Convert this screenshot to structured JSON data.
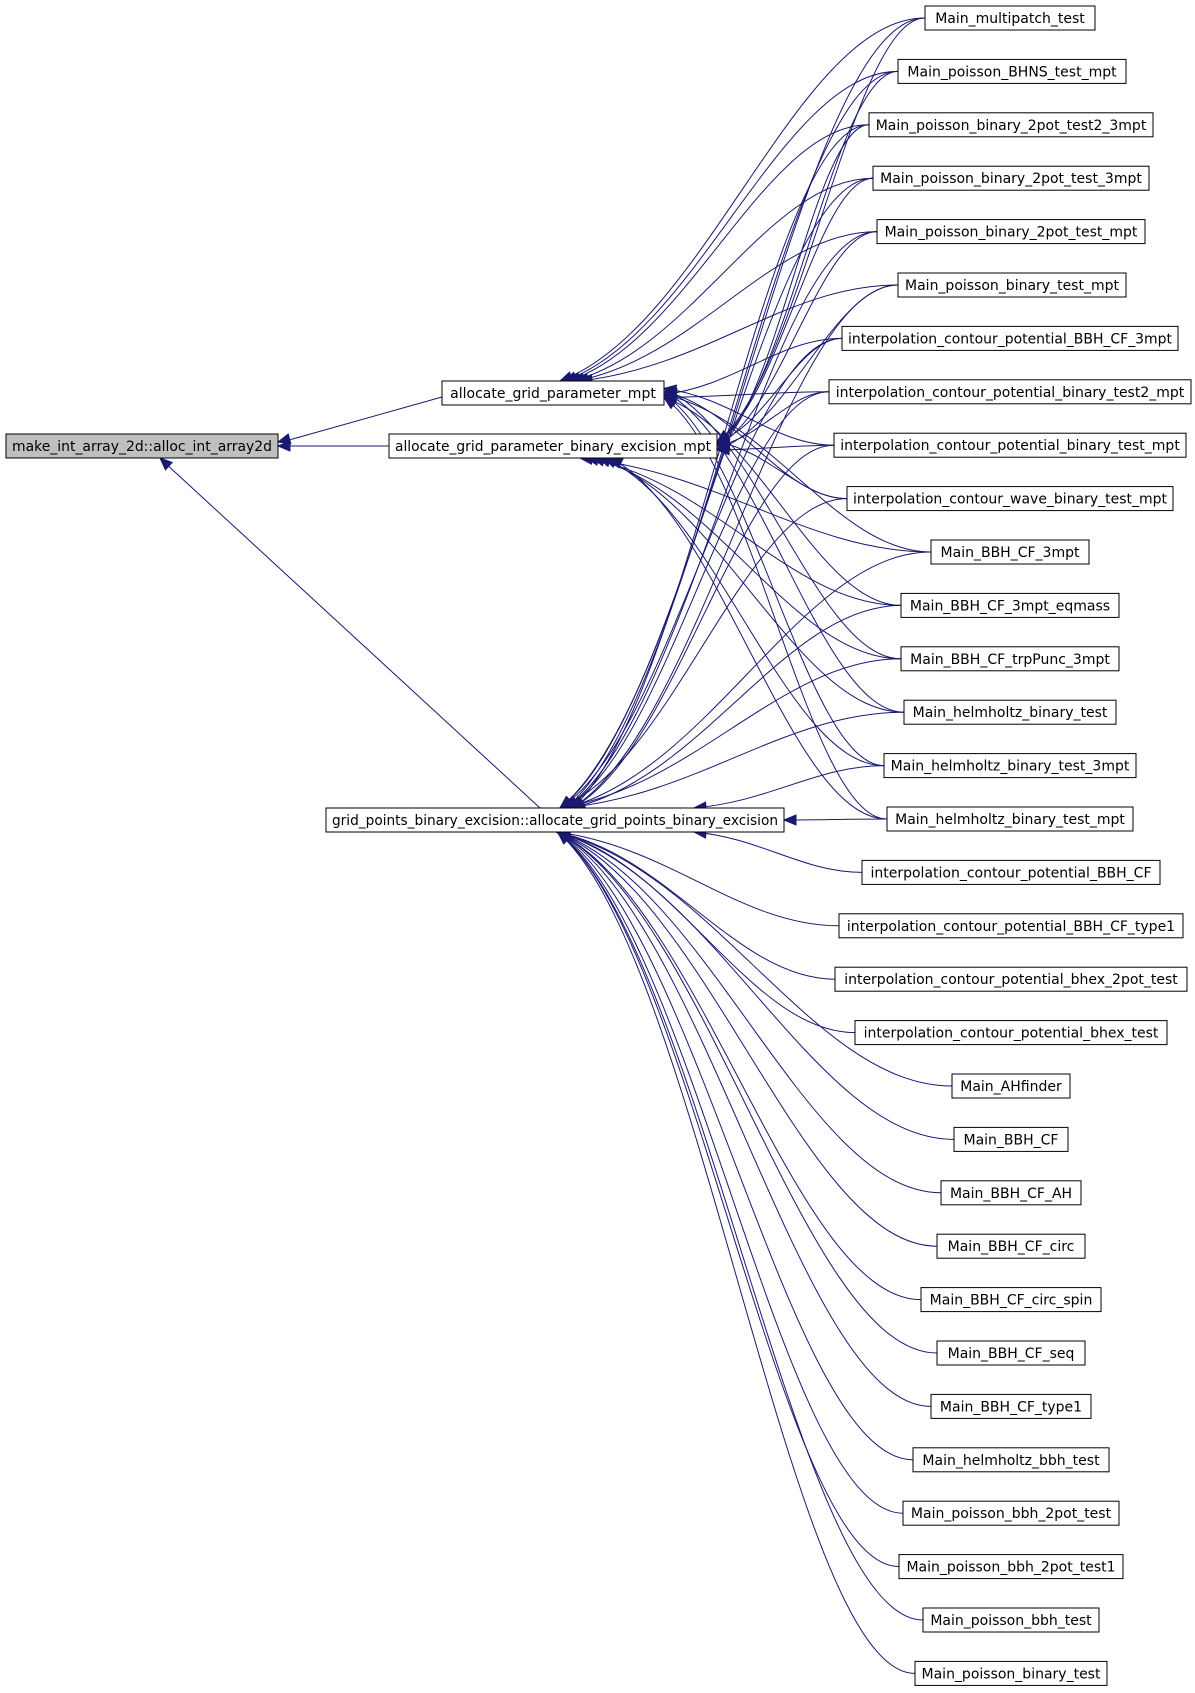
{
  "colors": {
    "edge": "#191970",
    "root_fill": "#bfbfbf",
    "node_fill": "#ffffff",
    "node_border": "#000000"
  },
  "nodes": [
    {
      "id": "root",
      "label": "make_int_array_2d::alloc_int_array2d",
      "root": true
    },
    {
      "id": "mpt",
      "label": "allocate_grid_parameter_mpt"
    },
    {
      "id": "bexmpt",
      "label": "allocate_grid_parameter_binary_excision_mpt"
    },
    {
      "id": "gp",
      "label": "grid_points_binary_excision::allocate_grid_points_binary_excision"
    },
    {
      "id": "l0",
      "label": "Main_multipatch_test"
    },
    {
      "id": "l1",
      "label": "Main_poisson_BHNS_test_mpt"
    },
    {
      "id": "l2",
      "label": "Main_poisson_binary_2pot_test2_3mpt"
    },
    {
      "id": "l3",
      "label": "Main_poisson_binary_2pot_test_3mpt"
    },
    {
      "id": "l4",
      "label": "Main_poisson_binary_2pot_test_mpt"
    },
    {
      "id": "l5",
      "label": "Main_poisson_binary_test_mpt"
    },
    {
      "id": "l6",
      "label": "interpolation_contour_potential_BBH_CF_3mpt"
    },
    {
      "id": "l7",
      "label": "interpolation_contour_potential_binary_test2_mpt"
    },
    {
      "id": "l8",
      "label": "interpolation_contour_potential_binary_test_mpt"
    },
    {
      "id": "l9",
      "label": "interpolation_contour_wave_binary_test_mpt"
    },
    {
      "id": "l10",
      "label": "Main_BBH_CF_3mpt"
    },
    {
      "id": "l11",
      "label": "Main_BBH_CF_3mpt_eqmass"
    },
    {
      "id": "l12",
      "label": "Main_BBH_CF_trpPunc_3mpt"
    },
    {
      "id": "l13",
      "label": "Main_helmholtz_binary_test"
    },
    {
      "id": "l14",
      "label": "Main_helmholtz_binary_test_3mpt"
    },
    {
      "id": "l15",
      "label": "Main_helmholtz_binary_test_mpt"
    },
    {
      "id": "l16",
      "label": "interpolation_contour_potential_BBH_CF"
    },
    {
      "id": "l17",
      "label": "interpolation_contour_potential_BBH_CF_type1"
    },
    {
      "id": "l18",
      "label": "interpolation_contour_potential_bhex_2pot_test"
    },
    {
      "id": "l19",
      "label": "interpolation_contour_potential_bhex_test"
    },
    {
      "id": "l20",
      "label": "Main_AHfinder"
    },
    {
      "id": "l21",
      "label": "Main_BBH_CF"
    },
    {
      "id": "l22",
      "label": "Main_BBH_CF_AH"
    },
    {
      "id": "l23",
      "label": "Main_BBH_CF_circ"
    },
    {
      "id": "l24",
      "label": "Main_BBH_CF_circ_spin"
    },
    {
      "id": "l25",
      "label": "Main_BBH_CF_seq"
    },
    {
      "id": "l26",
      "label": "Main_BBH_CF_type1"
    },
    {
      "id": "l27",
      "label": "Main_helmholtz_bbh_test"
    },
    {
      "id": "l28",
      "label": "Main_poisson_bbh_2pot_test"
    },
    {
      "id": "l29",
      "label": "Main_poisson_bbh_2pot_test1"
    },
    {
      "id": "l30",
      "label": "Main_poisson_bbh_test"
    },
    {
      "id": "l31",
      "label": "Main_poisson_binary_test"
    }
  ],
  "edges": [
    [
      "mpt",
      "root"
    ],
    [
      "bexmpt",
      "root"
    ],
    [
      "gp",
      "root"
    ],
    [
      "l0",
      "mpt"
    ],
    [
      "l1",
      "mpt"
    ],
    [
      "l2",
      "mpt"
    ],
    [
      "l3",
      "mpt"
    ],
    [
      "l4",
      "mpt"
    ],
    [
      "l5",
      "mpt"
    ],
    [
      "l6",
      "mpt"
    ],
    [
      "l7",
      "mpt"
    ],
    [
      "l8",
      "mpt"
    ],
    [
      "l9",
      "mpt"
    ],
    [
      "l10",
      "mpt"
    ],
    [
      "l11",
      "mpt"
    ],
    [
      "l12",
      "mpt"
    ],
    [
      "l13",
      "mpt"
    ],
    [
      "l14",
      "mpt"
    ],
    [
      "l15",
      "mpt"
    ],
    [
      "l0",
      "bexmpt"
    ],
    [
      "l1",
      "bexmpt"
    ],
    [
      "l2",
      "bexmpt"
    ],
    [
      "l3",
      "bexmpt"
    ],
    [
      "l4",
      "bexmpt"
    ],
    [
      "l5",
      "bexmpt"
    ],
    [
      "l6",
      "bexmpt"
    ],
    [
      "l7",
      "bexmpt"
    ],
    [
      "l8",
      "bexmpt"
    ],
    [
      "l9",
      "bexmpt"
    ],
    [
      "l10",
      "bexmpt"
    ],
    [
      "l11",
      "bexmpt"
    ],
    [
      "l12",
      "bexmpt"
    ],
    [
      "l13",
      "bexmpt"
    ],
    [
      "l14",
      "bexmpt"
    ],
    [
      "l15",
      "bexmpt"
    ],
    [
      "l0",
      "gp"
    ],
    [
      "l1",
      "gp"
    ],
    [
      "l2",
      "gp"
    ],
    [
      "l3",
      "gp"
    ],
    [
      "l4",
      "gp"
    ],
    [
      "l5",
      "gp"
    ],
    [
      "l6",
      "gp"
    ],
    [
      "l7",
      "gp"
    ],
    [
      "l8",
      "gp"
    ],
    [
      "l9",
      "gp"
    ],
    [
      "l10",
      "gp"
    ],
    [
      "l11",
      "gp"
    ],
    [
      "l12",
      "gp"
    ],
    [
      "l13",
      "gp"
    ],
    [
      "l14",
      "gp"
    ],
    [
      "l15",
      "gp"
    ],
    [
      "l16",
      "gp"
    ],
    [
      "l17",
      "gp"
    ],
    [
      "l18",
      "gp"
    ],
    [
      "l19",
      "gp"
    ],
    [
      "l20",
      "gp"
    ],
    [
      "l21",
      "gp"
    ],
    [
      "l22",
      "gp"
    ],
    [
      "l23",
      "gp"
    ],
    [
      "l24",
      "gp"
    ],
    [
      "l25",
      "gp"
    ],
    [
      "l26",
      "gp"
    ],
    [
      "l27",
      "gp"
    ],
    [
      "l28",
      "gp"
    ],
    [
      "l29",
      "gp"
    ],
    [
      "l30",
      "gp"
    ],
    [
      "l31",
      "gp"
    ]
  ]
}
